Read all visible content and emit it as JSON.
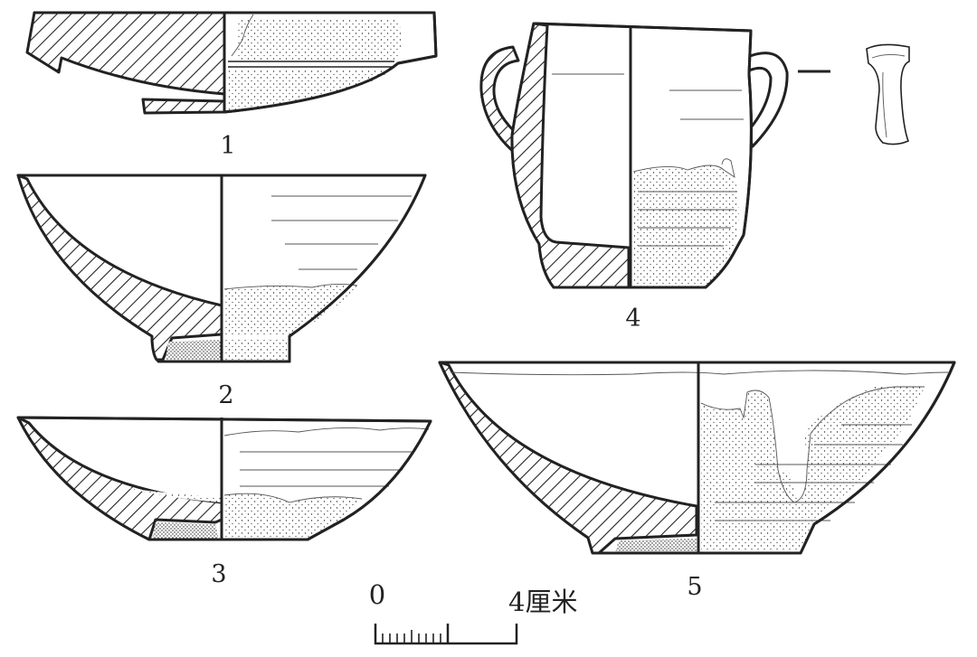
{
  "figure": {
    "vessel_labels": [
      "1",
      "2",
      "3",
      "4",
      "5"
    ]
  },
  "scale_bar": {
    "start_label": "0",
    "end_label": "4厘米"
  },
  "colors": {
    "ink": "#222222",
    "background": "#ffffff"
  }
}
